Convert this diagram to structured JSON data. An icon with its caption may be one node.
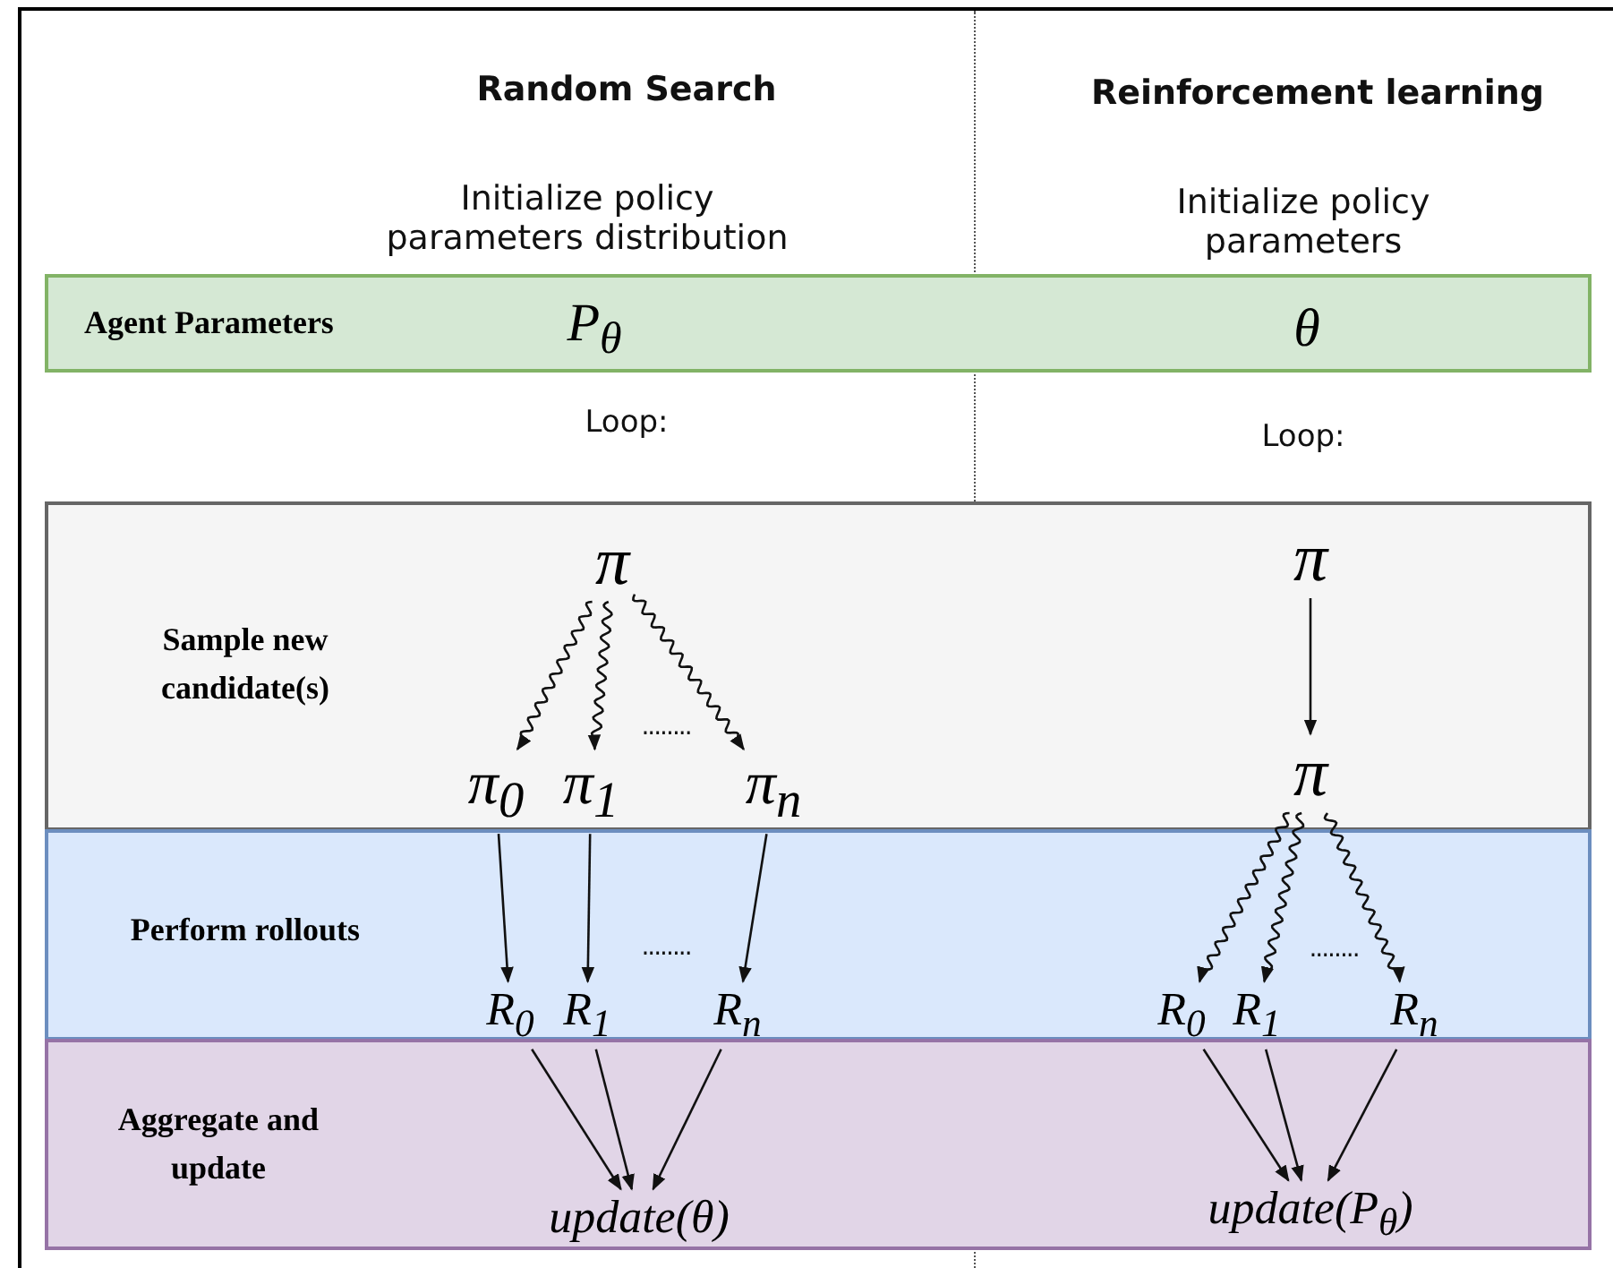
{
  "diagram": {
    "nodes": [
      {
        "text": [
          "Agent Parameters",
          "P$_{θ}$",
          "θ"
        ]
      },
      {
        "text": [
          "Sample new candidate(s)"
        ]
      },
      {
        "text": [
          "π"
        ],
        "in": 1
      },
      {
        "text": [
          "π$_{0}$"
        ],
        "in": 1
      },
      {
        "text": [
          "π$_{1}$"
        ],
        "in": 1
      },
      {
        "text": [
          "π$_{n}$"
        ],
        "in": 1
      },
      {
        "text": [
          "π"
        ],
        "in": 1
      },
      {
        "text": [
          "π"
        ],
        "in": 1
      },
      {
        "text": [
          "Perform rollouts"
        ]
      },
      {
        "text": [
          "R$_{0}$"
        ],
        "in": 8
      },
      {
        "text": [
          "R$_{1}$"
        ],
        "in": 8
      },
      {
        "text": [
          "R$_{n}$"
        ],
        "in": 8
      },
      {
        "text": [
          "R$_{0}$"
        ],
        "in": 8
      },
      {
        "text": [
          "R$_{1}$"
        ],
        "in": 8
      },
      {
        "text": [
          "R$_{n}$"
        ],
        "in": 8
      },
      {
        "text": [
          "Aggregate and update"
        ]
      },
      {
        "text": [
          "update(θ)"
        ],
        "in": 15
      },
      {
        "text": [
          "update(P$_{θ}$)"
        ],
        "in": 15
      }
    ],
    "edges": [
      {
        "from": 2,
        "to": 3,
        "arrow": "to"
      },
      {
        "from": 2,
        "to": 4,
        "arrow": "to"
      },
      {
        "from": 2,
        "to": 5,
        "arrow": "to"
      },
      {
        "from": 6,
        "to": 7,
        "arrow": "to"
      },
      {
        "from": 3,
        "to": 9,
        "arrow": "to"
      },
      {
        "from": 4,
        "to": 10,
        "arrow": "to"
      },
      {
        "from": 5,
        "to": 11,
        "arrow": "to"
      },
      {
        "from": 7,
        "to": 12,
        "arrow": "to"
      },
      {
        "from": 7,
        "to": 13,
        "arrow": "to"
      },
      {
        "from": 7,
        "to": 14,
        "arrow": "to"
      },
      {
        "from": 9,
        "to": 16,
        "arrow": "to"
      },
      {
        "from": 10,
        "to": 16,
        "arrow": "to"
      },
      {
        "from": 11,
        "to": 16,
        "arrow": "to"
      },
      {
        "from": 12,
        "to": 17,
        "arrow": "to"
      },
      {
        "from": 13,
        "to": 17,
        "arrow": "to"
      },
      {
        "from": 14,
        "to": 17,
        "arrow": "to"
      }
    ],
    "labels": [
      "Random Search",
      "Reinforcement learning",
      "Initialize policy parameters distribution",
      "Initialize policy parameters",
      "Loop:",
      "Loop:",
      "........",
      "........",
      "........"
    ]
  }
}
